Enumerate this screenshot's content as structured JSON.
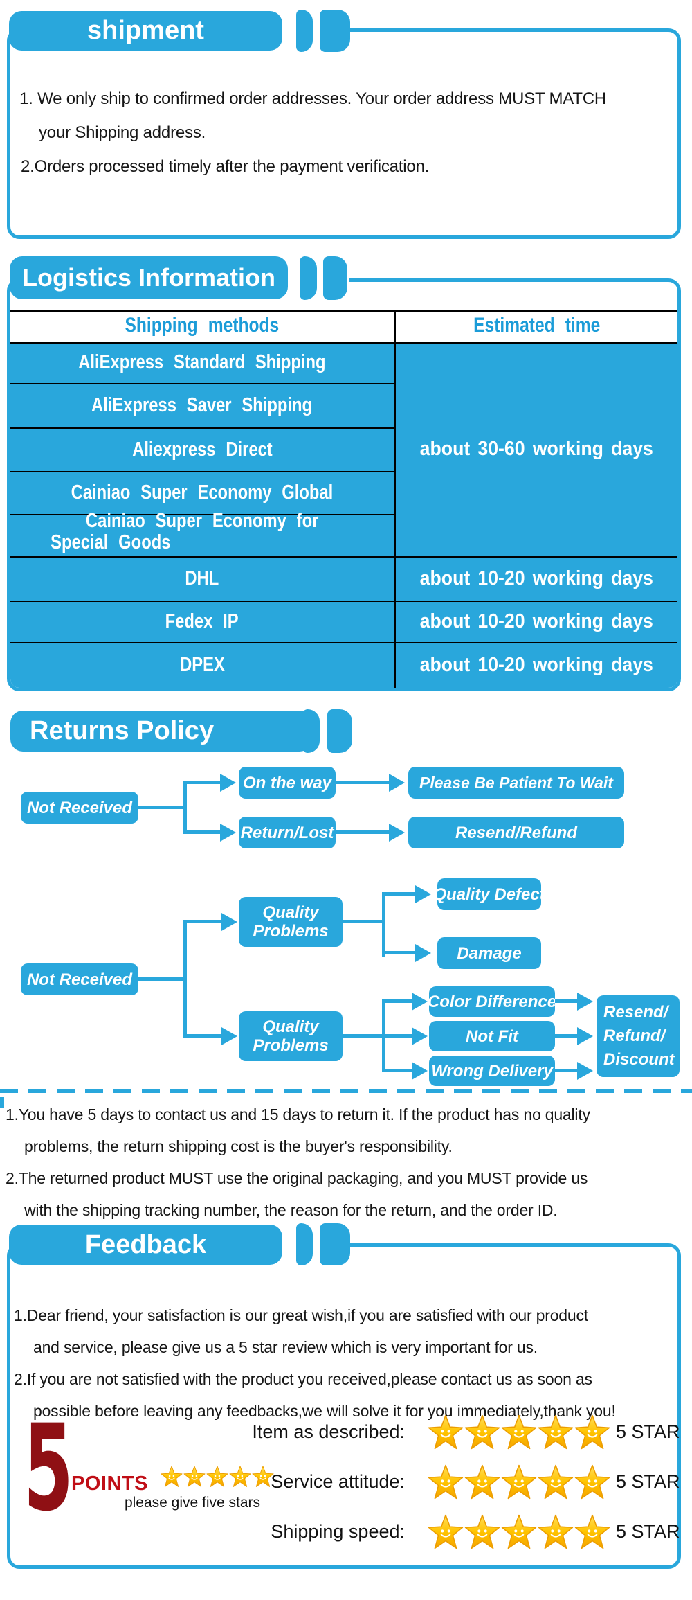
{
  "colors": {
    "accent_blue": "#29A7DC",
    "table_header_text": "#1B9CD8",
    "table_line": "#000000",
    "points_number_red": "#8F1014",
    "points_label_red": "#C00E16",
    "star_gold": "#FFC400"
  },
  "shipment": {
    "title": "shipment",
    "line1": "1. We only ship to confirmed order addresses. Your order address MUST MATCH",
    "line2": "your Shipping address.",
    "line3": "2.Orders processed timely after the payment verification."
  },
  "logistics": {
    "title": "Logistics Information",
    "header_methods": "Shipping methods",
    "header_time": "Estimated time",
    "group_methods": [
      "AliExpress Standard Shipping",
      "AliExpress Saver Shipping",
      "Aliexpress Direct",
      "Cainiao Super Economy Global"
    ],
    "group_method_line_a": "Cainiao Super Economy for",
    "group_method_line_b": "Special Goods",
    "group_time": "about 30-60 working days",
    "express_rows": [
      {
        "method": "DHL",
        "time": "about 10-20 working days"
      },
      {
        "method": "Fedex IP",
        "time": "about 10-20 working days"
      },
      {
        "method": "DPEX",
        "time": "about 10-20 working days"
      }
    ]
  },
  "returns": {
    "title": "Returns Policy",
    "flow": {
      "not_received_1": "Not Received",
      "on_the_way": "On the way",
      "be_patient": "Please Be Patient To Wait",
      "return_lost": "Return/Lost",
      "resend_refund": "Resend/Refund",
      "not_received_2": "Not Received",
      "quality_problems_1a": "Quality",
      "quality_problems_1b": "Problems",
      "quality_defect": "Quality Defect",
      "damage": "Damage",
      "quality_problems_2a": "Quality",
      "quality_problems_2b": "Problems",
      "color_difference": "Color Difference",
      "not_fit": "Not Fit",
      "wrong_delivery": "Wrong Delivery",
      "rrd_line1": "Resend/",
      "rrd_line2": "Refund/",
      "rrd_line3": "Discount"
    },
    "note1": "1.You have 5 days to contact us and 15 days to return it. If the product has no quality",
    "note2": "problems, the return shipping cost is the buyer's responsibility.",
    "note3": "2.The returned product MUST use the original packaging, and you MUST provide us",
    "note4": "with the shipping tracking number, the reason for the return, and the order ID."
  },
  "feedback": {
    "title": "Feedback",
    "line1": "1.Dear friend, your satisfaction is our great wish,if you are satisfied with our product",
    "line2": "and service, please give us a 5 star review which is very important for us.",
    "line3": "2.If you are not satisfied with the product you received,please contact us as soon as",
    "line4": "possible before leaving any feedbacks,we will solve it for you immediately,thank you!",
    "points_number": "5",
    "points_label": "POINTS",
    "points_hint": "please give five stars",
    "ratings": [
      {
        "label": "Item as described:",
        "value": "5 STAR"
      },
      {
        "label": "Service attitude:",
        "value": "5 STAR"
      },
      {
        "label": "Shipping speed:",
        "value": "5 STAR"
      }
    ]
  }
}
